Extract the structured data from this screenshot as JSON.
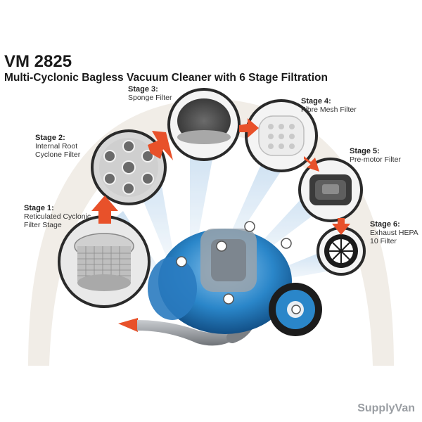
{
  "header": {
    "model": "VM 2825",
    "subtitle": "Multi-Cyclonic Bagless Vacuum Cleaner with 6 Stage Filtration"
  },
  "stages": [
    {
      "title": "Stage 1:",
      "lines": [
        "Reticulated Cyclonic",
        "Filter Stage"
      ]
    },
    {
      "title": "Stage 2:",
      "lines": [
        "Internal Root",
        "Cyclone Filter"
      ]
    },
    {
      "title": "Stage 3:",
      "lines": [
        "Sponge Filter"
      ]
    },
    {
      "title": "Stage 4:",
      "lines": [
        "Fibre Mesh Filter"
      ]
    },
    {
      "title": "Stage 5:",
      "lines": [
        "Pre-motor Filter"
      ]
    },
    {
      "title": "Stage 6:",
      "lines": [
        "Exhaust HEPA",
        "10 Filter"
      ]
    }
  ],
  "watermark": "SupplyVan",
  "colors": {
    "arrow": "#e8512a",
    "arc_background": "#f0ece6",
    "vacuum_blue": "#1f7fc2",
    "ring": "#2a2a2a",
    "light_beam": "#c9dff2"
  }
}
